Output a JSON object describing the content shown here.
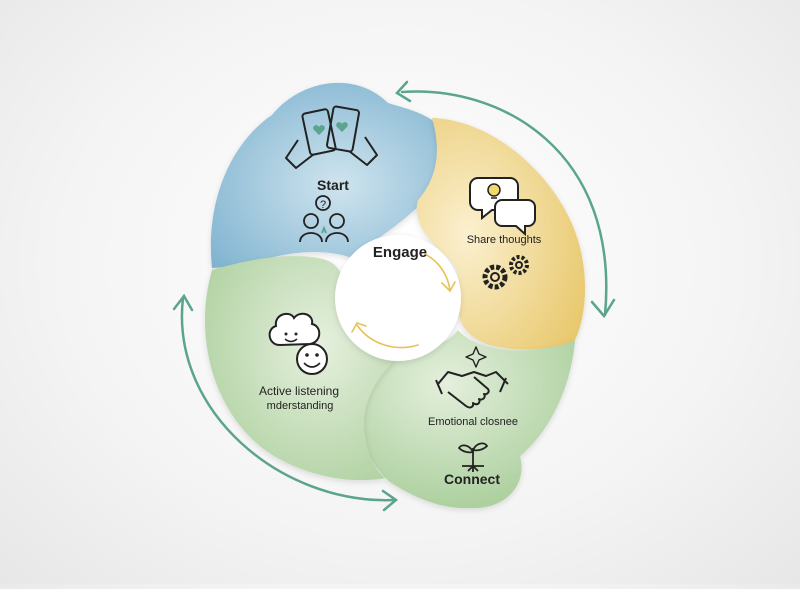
{
  "diagram": {
    "center_label": "Engage",
    "segments": [
      {
        "id": "start",
        "label": "Start",
        "icons": [
          "smartphones-hearts-icon",
          "people-question-icon"
        ]
      },
      {
        "id": "share",
        "label": "Share thoughts",
        "icons": [
          "speech-bubbles-lightbulb-icon",
          "gears-icon"
        ]
      },
      {
        "id": "connect",
        "label": "Connect",
        "sublabel": "Emotional closnee",
        "icons": [
          "handshake-icon",
          "sprout-icon"
        ]
      },
      {
        "id": "listen",
        "label": "Active listening",
        "sublabel": "mderstanding",
        "icons": [
          "cloud-smiley-icon"
        ]
      }
    ],
    "colors": {
      "blue": "#8fbcd6",
      "yellow": "#eed486",
      "green": "#b5d3a6",
      "arrow": "#5ba48e",
      "inner_arrow": "#e6c25a"
    }
  }
}
